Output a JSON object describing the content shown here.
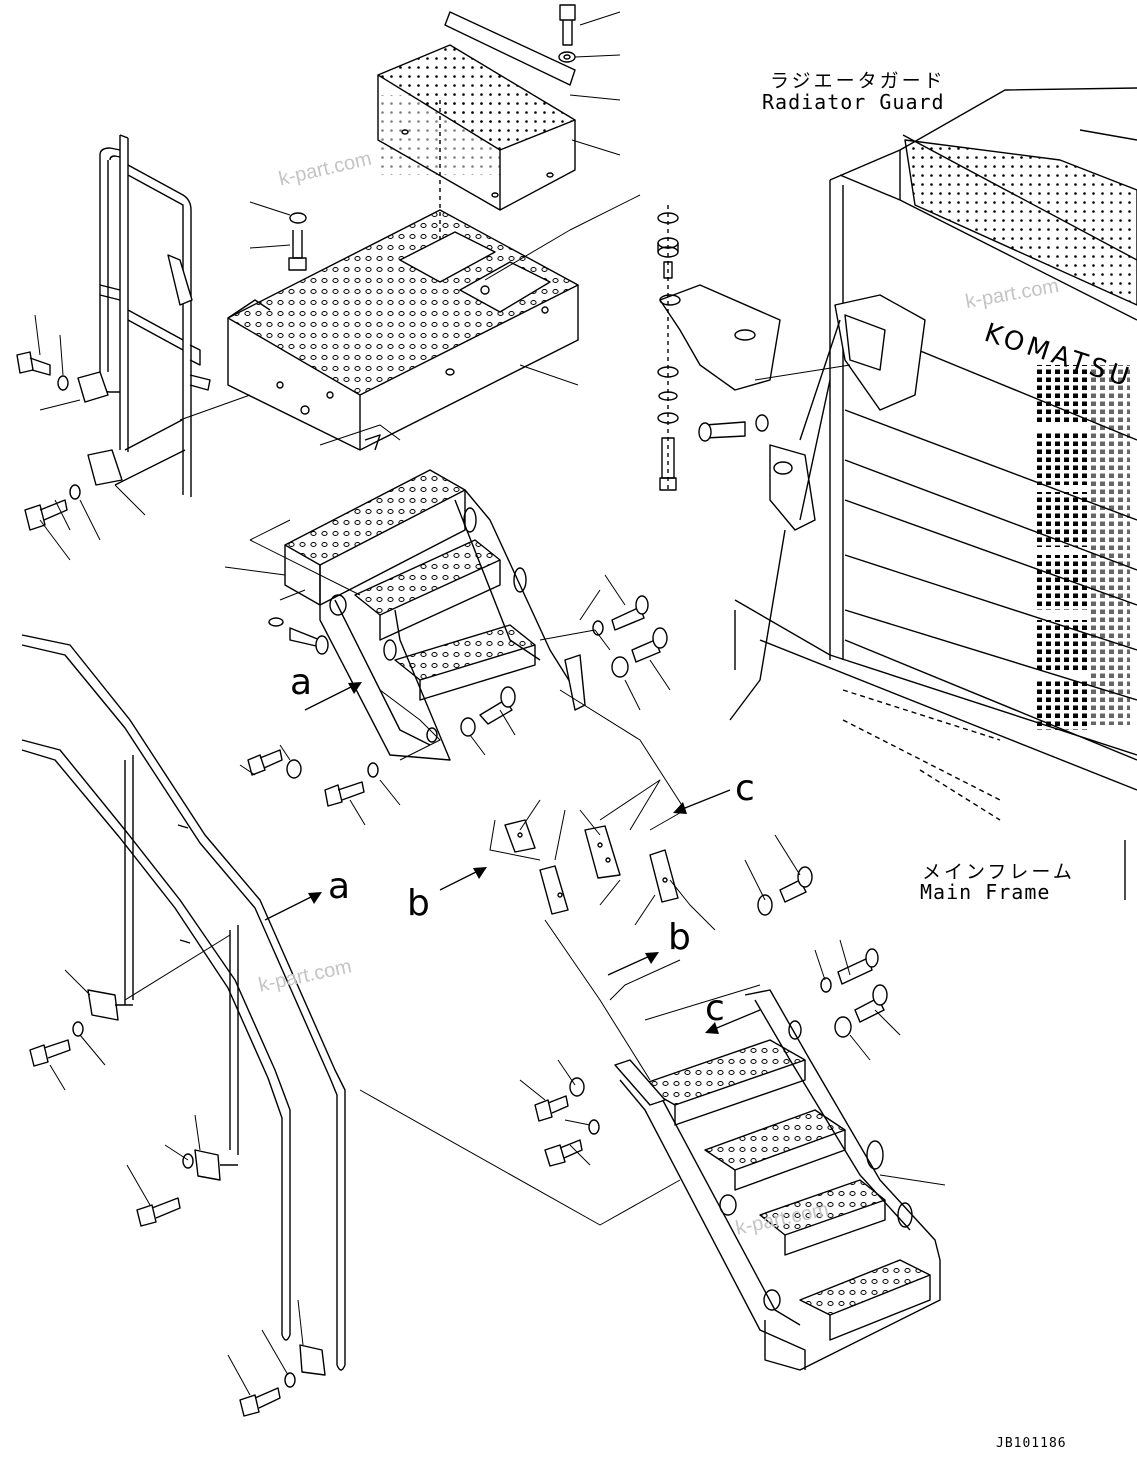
{
  "labels": {
    "radiator_guard_jp": "ラジエータガード",
    "radiator_guard_en": "Radiator Guard",
    "main_frame_jp": "メインフレーム",
    "main_frame_en": "Main Frame",
    "drawing_code": "JB101186",
    "grille_brand": "KOMATSU"
  },
  "view_markers": {
    "a": "a",
    "b": "b",
    "c": "c"
  },
  "watermark": "k-part.com",
  "colors": {
    "line": "#000000",
    "background": "#ffffff",
    "watermark": "#c4c4c4"
  }
}
